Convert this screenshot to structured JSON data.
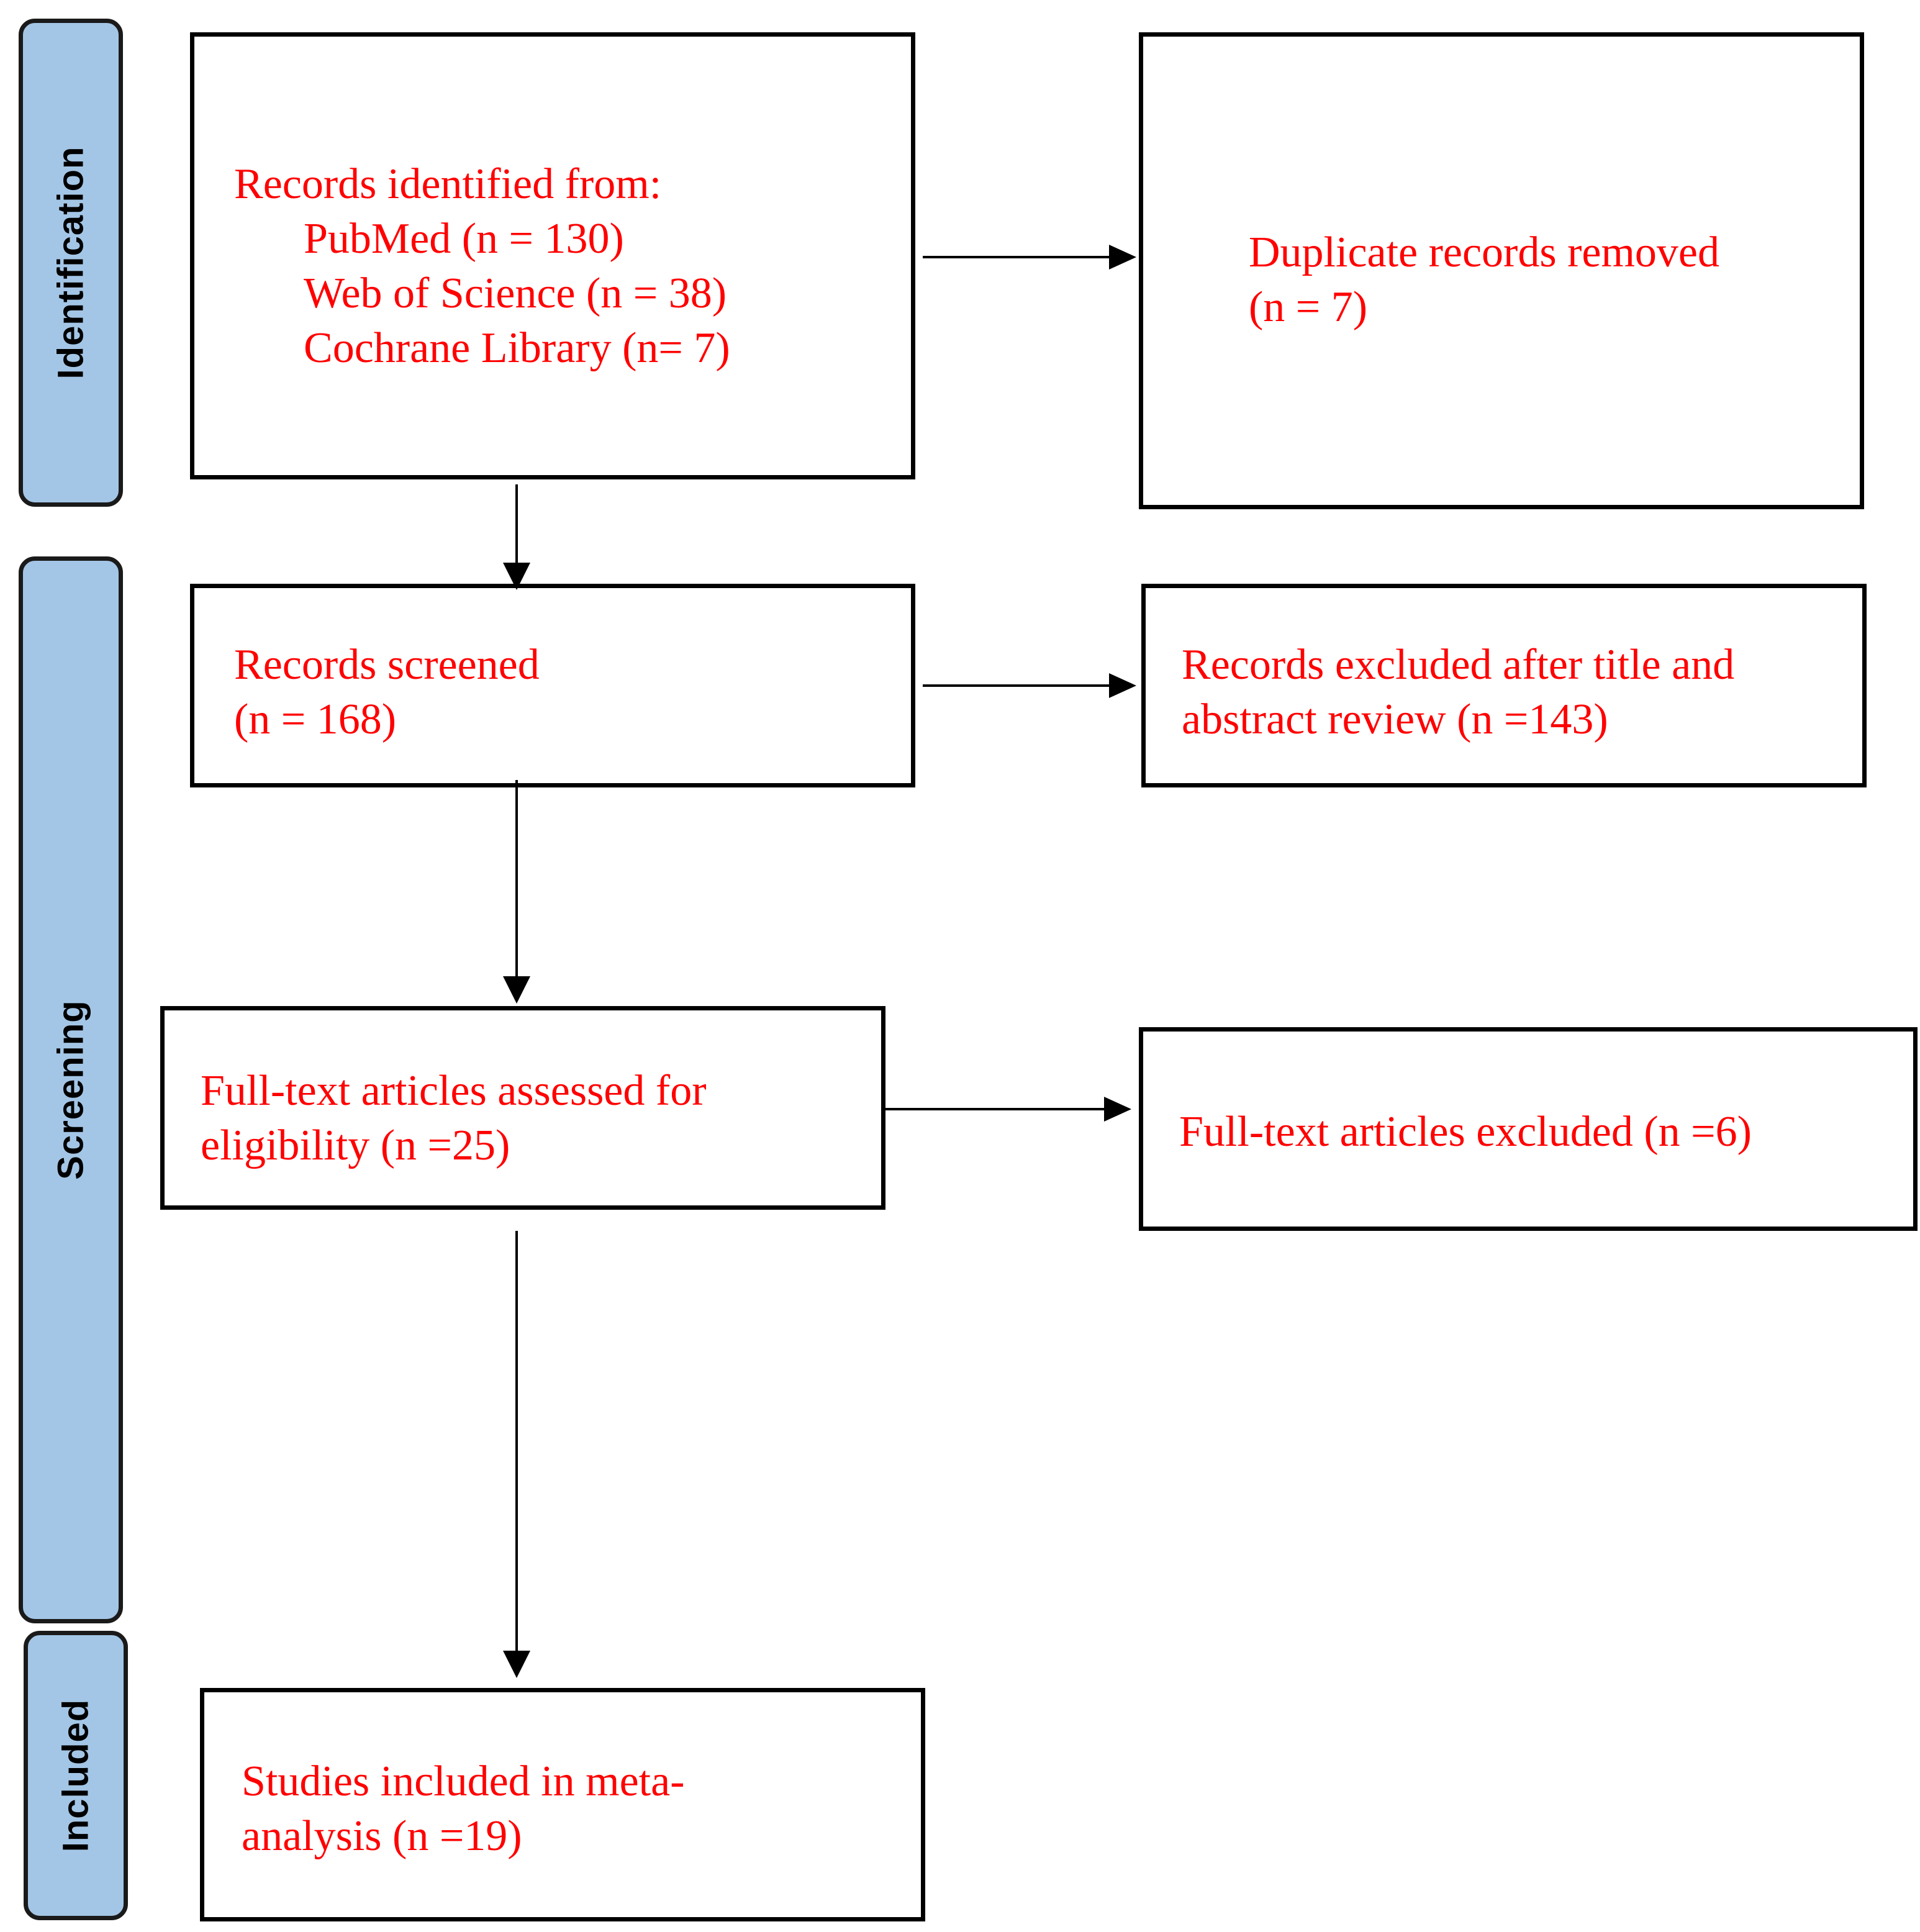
{
  "phases": {
    "identification": "Identification",
    "screening": "Screening",
    "included": "Included"
  },
  "boxes": {
    "records_identified": {
      "heading": "Records identified from:",
      "sources": [
        "PubMed (n = 130)",
        "Web of Science (n = 38)",
        "Cochrane Library (n= 7)"
      ]
    },
    "duplicates_removed": {
      "lines": [
        "Duplicate records removed",
        "(n = 7)"
      ]
    },
    "records_screened": {
      "lines": [
        "Records screened",
        "(n = 168)"
      ]
    },
    "records_excluded": {
      "lines": [
        "Records excluded after title and",
        "abstract review (n =143)"
      ]
    },
    "fulltext_assessed": {
      "lines": [
        "Full-text articles assessed for",
        "eligibility (n =25)"
      ]
    },
    "fulltext_excluded": {
      "lines": [
        "Full-text articles excluded (n =6)"
      ]
    },
    "studies_included": {
      "lines": [
        "Studies included in meta-",
        "analysis (n =19)"
      ]
    }
  },
  "colors": {
    "phase_fill": "#a4c6e6",
    "box_text": "#ff0000",
    "border": "#000000"
  }
}
